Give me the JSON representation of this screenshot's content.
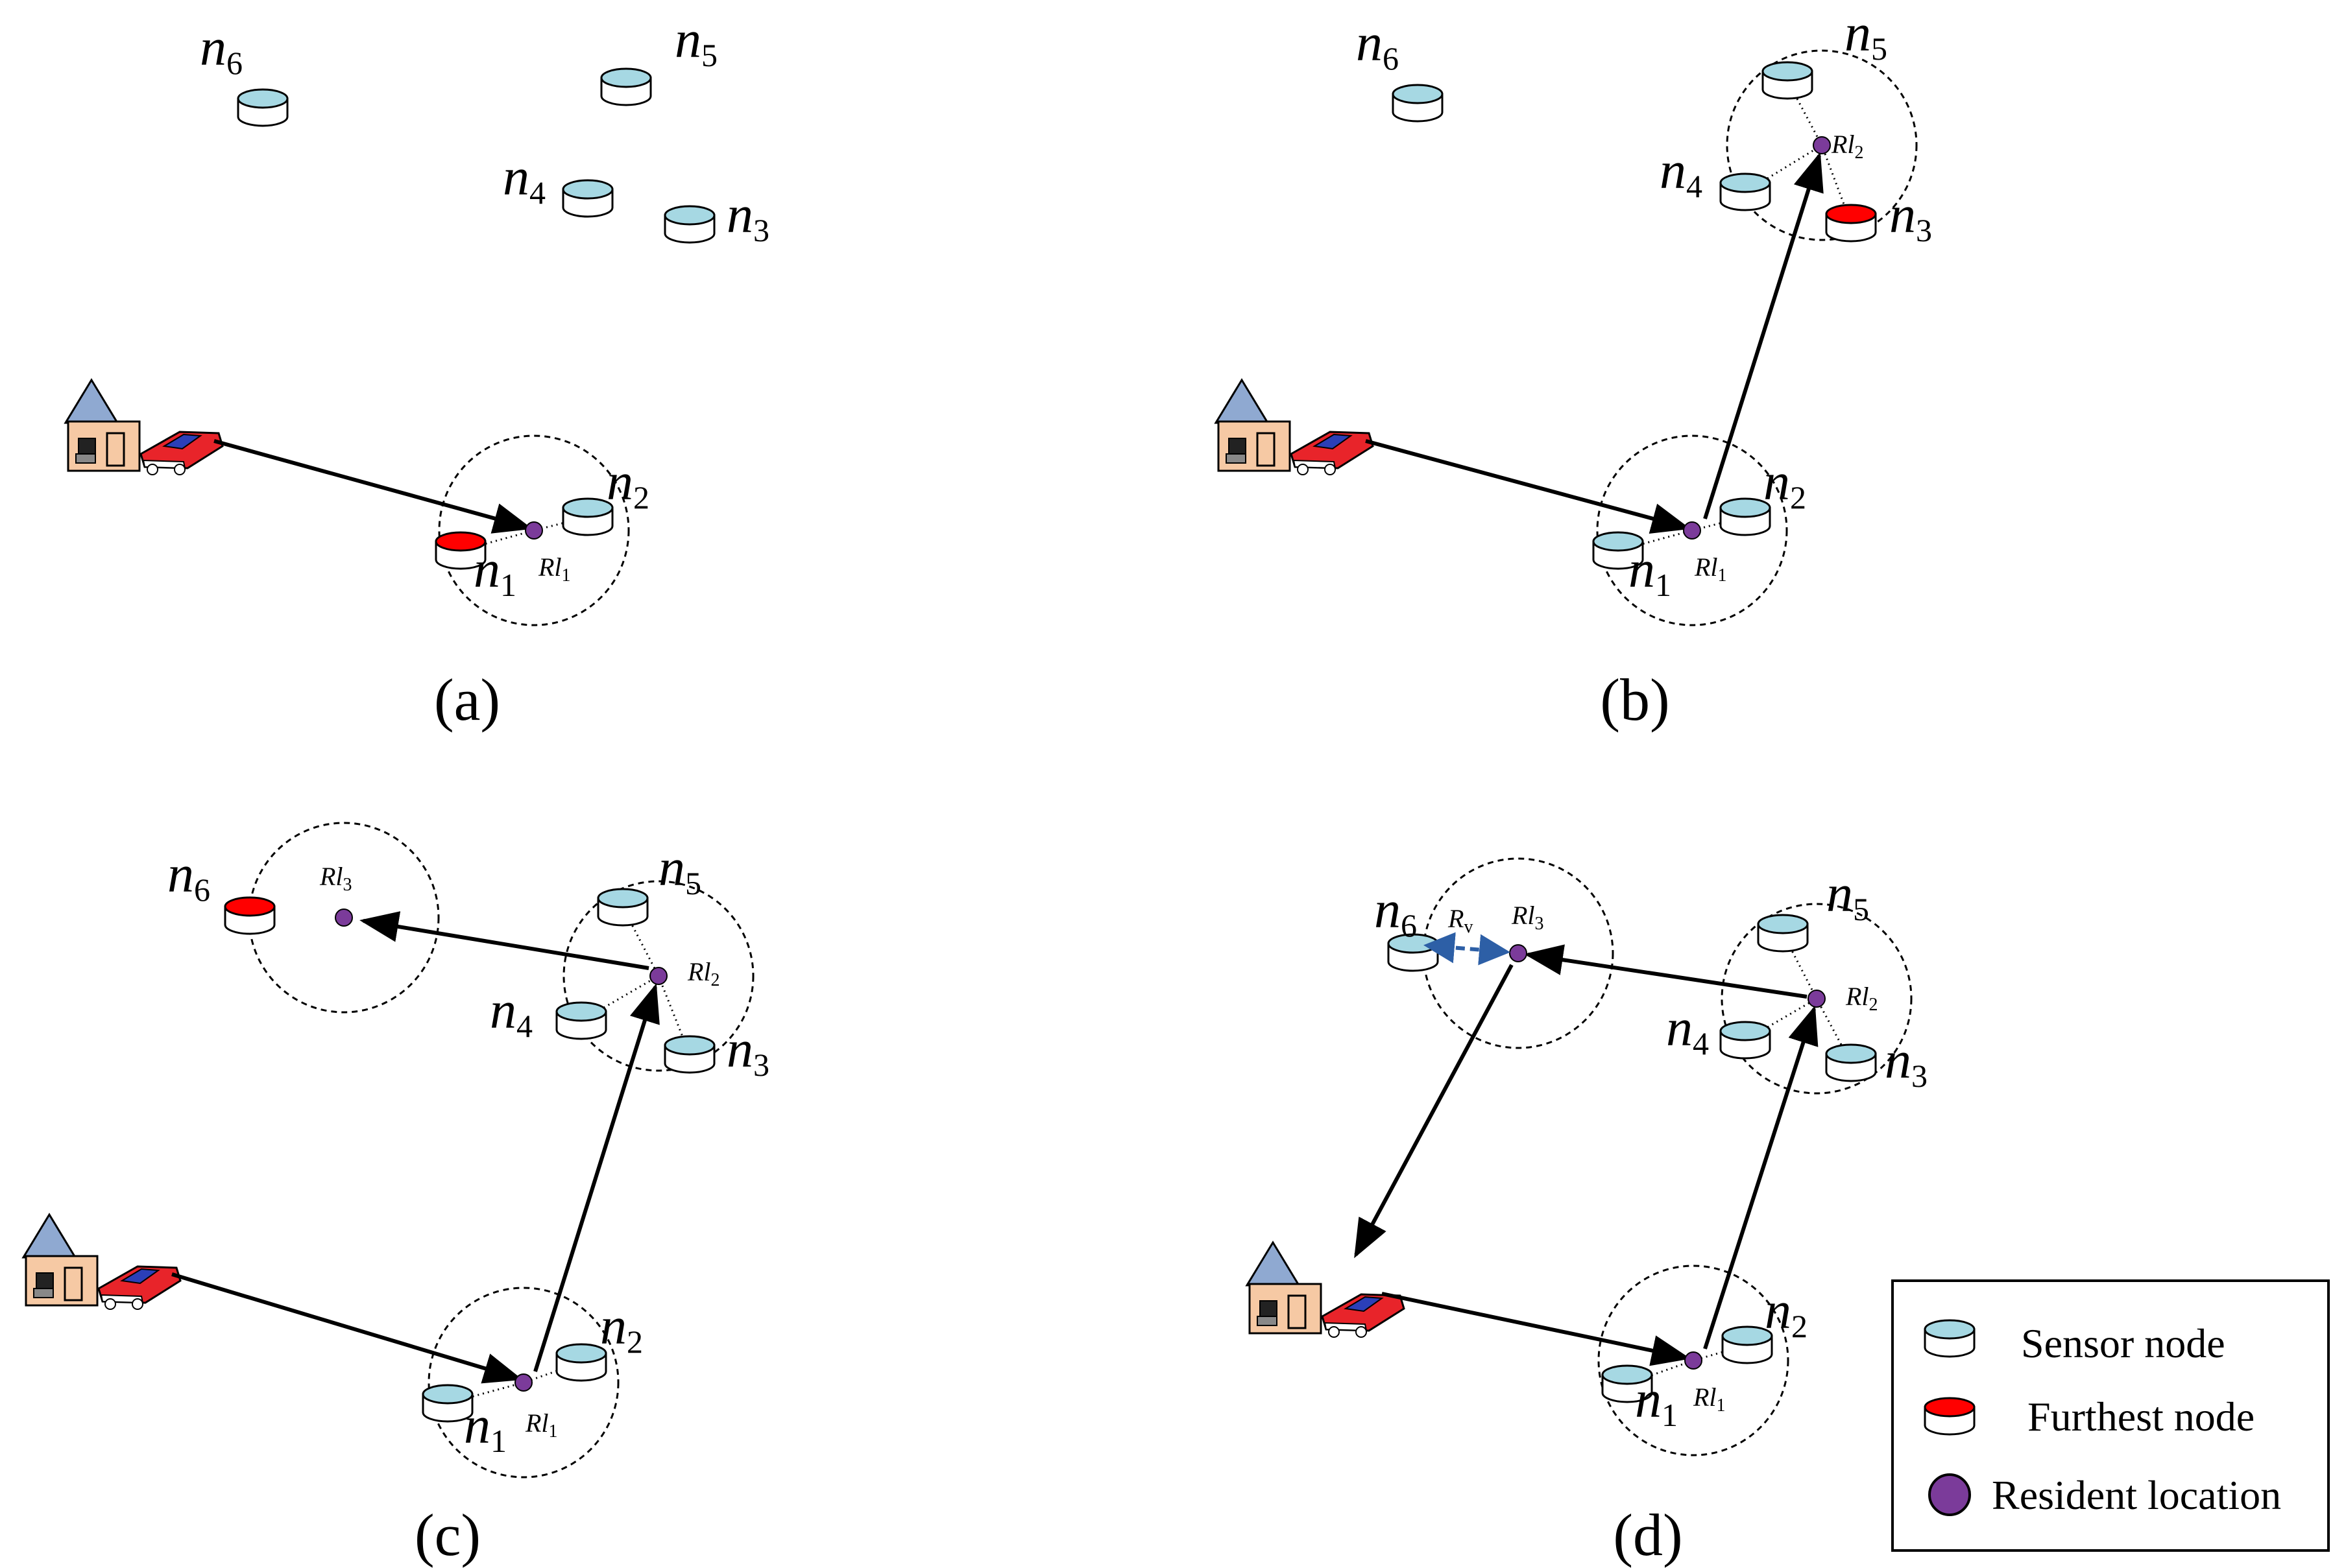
{
  "colors": {
    "sensor_top": "#a6d8e3",
    "furthest_top": "#ff0000",
    "resident": "#7b3b9a",
    "range_arrow": "#2d5fa6",
    "house_roof": "#8fa9d1",
    "house_wall": "#f6c9a4",
    "car": "#e8242a"
  },
  "node_labels": {
    "prefix": "n",
    "n1": "1",
    "n2": "2",
    "n3": "3",
    "n4": "4",
    "n5": "5",
    "n6": "6"
  },
  "resident_labels": {
    "prefix": "Rl",
    "rl1": "1",
    "rl2": "2",
    "rl3": "3"
  },
  "range_label": {
    "prefix": "R",
    "sub": "v"
  },
  "panels": [
    {
      "caption": "(a)",
      "furthest": "n1",
      "resident_locations": [
        "rl1"
      ]
    },
    {
      "caption": "(b)",
      "furthest": "n3",
      "resident_locations": [
        "rl1",
        "rl2"
      ]
    },
    {
      "caption": "(c)",
      "furthest": "n6",
      "resident_locations": [
        "rl1",
        "rl2",
        "rl3"
      ]
    },
    {
      "caption": "(d)",
      "furthest": "",
      "resident_locations": [
        "rl1",
        "rl2",
        "rl3"
      ]
    }
  ],
  "legend": {
    "sensor_node": "Sensor node",
    "furthest_node": "Furthest node",
    "resident_location": "Resident location"
  },
  "icons": {
    "sensor": "cylinder-sensor-icon",
    "base_station": "house-icon",
    "vehicle": "car-icon"
  }
}
